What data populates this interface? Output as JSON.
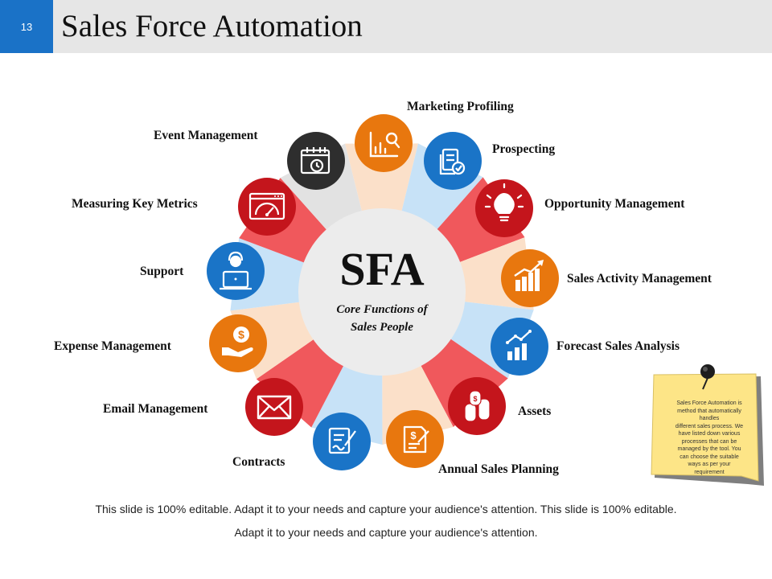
{
  "slide_number": "13",
  "title": "Sales Force Automation",
  "center": {
    "title": "SFA",
    "subtitle_line1": "Core Functions of",
    "subtitle_line2": "Sales People"
  },
  "colors": {
    "orange": "#e8770e",
    "blue": "#1a74c7",
    "red": "#c4151c",
    "dark": "#2e2e2e",
    "wedge_red": "#f0585c",
    "wedge_blue": "#c7e2f7",
    "wedge_peach": "#fbe0c9",
    "wedge_gray": "#e2e2e2",
    "note": "#fde587"
  },
  "functions": [
    {
      "label": "Marketing Profiling",
      "icon": "chart-magnifier-icon"
    },
    {
      "label": "Prospecting",
      "icon": "document-check-icon"
    },
    {
      "label": "Opportunity Management",
      "icon": "lightbulb-icon"
    },
    {
      "label": "Sales Activity Management",
      "icon": "growth-chart-icon"
    },
    {
      "label": "Forecast Sales Analysis",
      "icon": "trend-chart-icon"
    },
    {
      "label": "Assets",
      "icon": "coins-icon"
    },
    {
      "label": "Annual Sales Planning",
      "icon": "dollar-document-icon"
    },
    {
      "label": "Contracts",
      "icon": "contract-pen-icon"
    },
    {
      "label": "Email Management",
      "icon": "envelope-icon"
    },
    {
      "label": "Expense Management",
      "icon": "hand-dollar-icon"
    },
    {
      "label": "Support",
      "icon": "headset-laptop-icon"
    },
    {
      "label": "Measuring Key Metrics",
      "icon": "speedometer-icon"
    },
    {
      "label": "Event Management",
      "icon": "calendar-clock-icon"
    }
  ],
  "note": {
    "text": "Sales Force Automation is\nmethod that automatically\nhandles\ndifferent sales process. We\nhave listed down various\nprocesses that can be\nmanaged by the tool. You\ncan choose the suitable\nways as per your\nrequirement"
  },
  "footer": {
    "line1": "This slide is 100% editable. Adapt it to your needs and capture your audience's attention. This slide is 100% editable.",
    "line2": "Adapt it to your needs and capture your audience's attention."
  }
}
